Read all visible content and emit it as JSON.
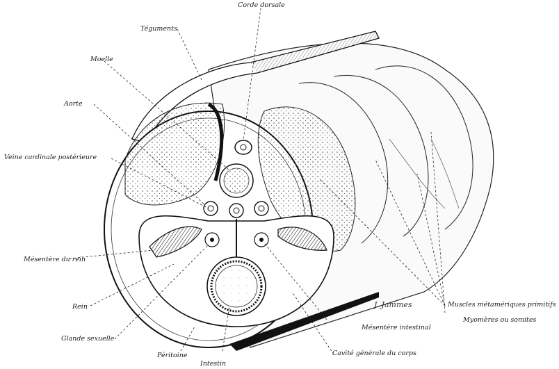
{
  "labels": {
    "corde_dorsale": "Corde dorsale",
    "teguments": "Téguments",
    "moelle": "Moelle",
    "aorte": "Aorte",
    "veine_cardinale": "Veine cardinale postérieure",
    "mesentere_rein": "Mésentère du rein",
    "rein": "Rein",
    "glande_sexuelle": "Glande sexuelle",
    "peritoine": "Péritoine",
    "intestin": "Intestin",
    "cavite_generale": "Cavité générale du corps",
    "mesentere_intestinal": "Mésentère intestinal",
    "muscles_metameriques": "Muscles métamériques primitifs",
    "myomeres": "Myomères ou somites"
  },
  "signature": "J. Jammes",
  "colors": {
    "ink": "#1a1a1a",
    "paper": "#ffffff",
    "stipple": "#555555"
  }
}
